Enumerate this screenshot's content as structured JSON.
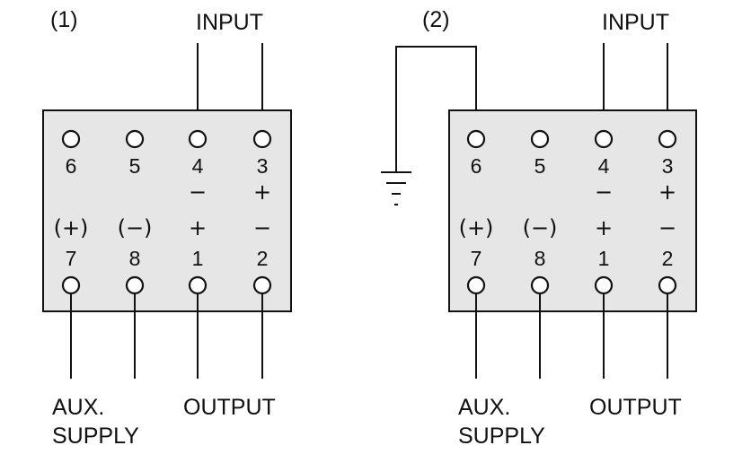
{
  "diagrams": [
    {
      "id": "1",
      "caption": "(1)",
      "input_label": "INPUT",
      "output_label": "OUTPUT",
      "aux_label_line1": "AUX.",
      "aux_label_line2": "SUPPLY",
      "top_numbers": [
        "6",
        "5",
        "4",
        "3"
      ],
      "top_signs": [
        "",
        "",
        "−",
        "+"
      ],
      "bottom_signs": [
        "(+)",
        "(−)",
        "+",
        "−"
      ],
      "bottom_numbers": [
        "7",
        "8",
        "1",
        "2"
      ],
      "ground": false
    },
    {
      "id": "2",
      "caption": "(2)",
      "input_label": "INPUT",
      "output_label": "OUTPUT",
      "aux_label_line1": "AUX.",
      "aux_label_line2": "SUPPLY",
      "top_numbers": [
        "6",
        "5",
        "4",
        "3"
      ],
      "top_signs": [
        "",
        "",
        "−",
        "+"
      ],
      "bottom_signs": [
        "(+)",
        "(−)",
        "+",
        "−"
      ],
      "bottom_numbers": [
        "7",
        "8",
        "1",
        "2"
      ],
      "ground": true
    }
  ],
  "colors": {
    "panel_fill": "#e6e6e6",
    "line": "#111111"
  },
  "icons": [
    "terminal-icon",
    "ground-icon"
  ]
}
